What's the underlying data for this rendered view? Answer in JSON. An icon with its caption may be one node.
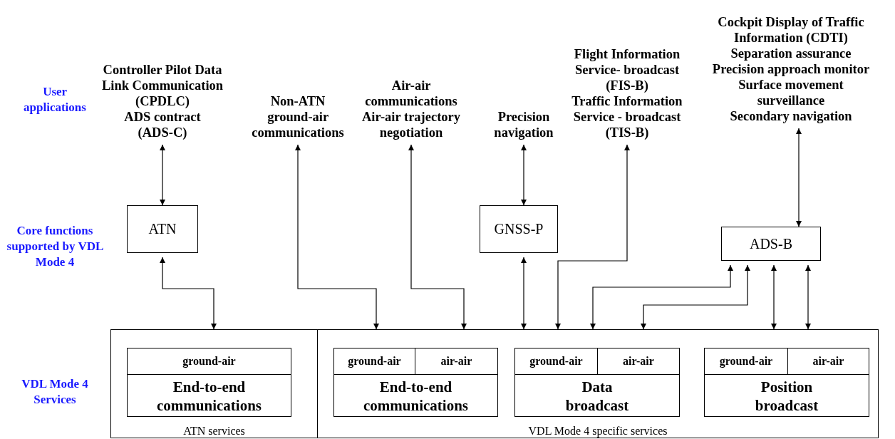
{
  "diagram": {
    "nodes": [
      {
        "text": [
          "Controller Pilot Data Link Communication (CPDLC)",
          "ADS contract (ADS-C)"
        ]
      },
      {
        "text": [
          "Non-ATN ground-air communications"
        ]
      },
      {
        "text": [
          "Air-air communications",
          "Air-air trajectory negotiation"
        ]
      },
      {
        "text": [
          "Precision navigation"
        ]
      },
      {
        "text": [
          "Flight Information Service- broadcast (FIS-B)",
          "Traffic Information Service - broadcast (TIS-B)"
        ]
      },
      {
        "text": [
          "Cockpit Display of Traffic Information (CDTI)",
          "Separation assurance",
          "Precision approach monitor",
          "Surface movement surveillance",
          "Secondary navigation"
        ]
      },
      {
        "text": [
          "ATN"
        ]
      },
      {
        "text": [
          "GNSS-P"
        ]
      },
      {
        "text": [
          "ADS-B"
        ]
      },
      {
        "text": [
          "ATN services"
        ]
      },
      {
        "text": [
          "End-to-end communications"
        ],
        "in": 9
      },
      {
        "text": [
          "ground-air"
        ],
        "in": 10
      },
      {
        "text": [
          "VDL Mode 4 specific services"
        ]
      },
      {
        "text": [
          "End-to-end communications"
        ],
        "in": 12
      },
      {
        "text": [
          "ground-air"
        ],
        "in": 13
      },
      {
        "text": [
          "air-air"
        ],
        "in": 13
      },
      {
        "text": [
          "Data broadcast"
        ],
        "in": 12
      },
      {
        "text": [
          "ground-air"
        ],
        "in": 16
      },
      {
        "text": [
          "air-air"
        ],
        "in": 16
      },
      {
        "text": [
          "Position broadcast"
        ],
        "in": 12
      },
      {
        "text": [
          "ground-air"
        ],
        "in": 19
      },
      {
        "text": [
          "air-air"
        ],
        "in": 19
      }
    ],
    "edges": [
      {
        "from": 0,
        "to": 6,
        "arrow": "both"
      },
      {
        "from": 6,
        "to": 9,
        "arrow": "both"
      },
      {
        "from": 1,
        "to": 12,
        "arrow": "both"
      },
      {
        "from": 2,
        "to": 12,
        "arrow": "both"
      },
      {
        "from": 3,
        "to": 7,
        "arrow": "both"
      },
      {
        "from": 7,
        "to": 12,
        "arrow": "both"
      },
      {
        "from": 4,
        "to": 12,
        "arrow": "both"
      },
      {
        "from": 5,
        "to": 8,
        "arrow": "both"
      },
      {
        "from": 8,
        "to": 12,
        "arrow": "both"
      },
      {
        "from": 8,
        "to": 12,
        "arrow": "both"
      },
      {
        "from": 8,
        "to": 12,
        "arrow": "both"
      },
      {
        "from": 8,
        "to": 12,
        "arrow": "both"
      }
    ],
    "labels": [
      "User applications",
      "Core functions supported by VDL Mode 4",
      "VDL Mode 4 Services"
    ]
  }
}
